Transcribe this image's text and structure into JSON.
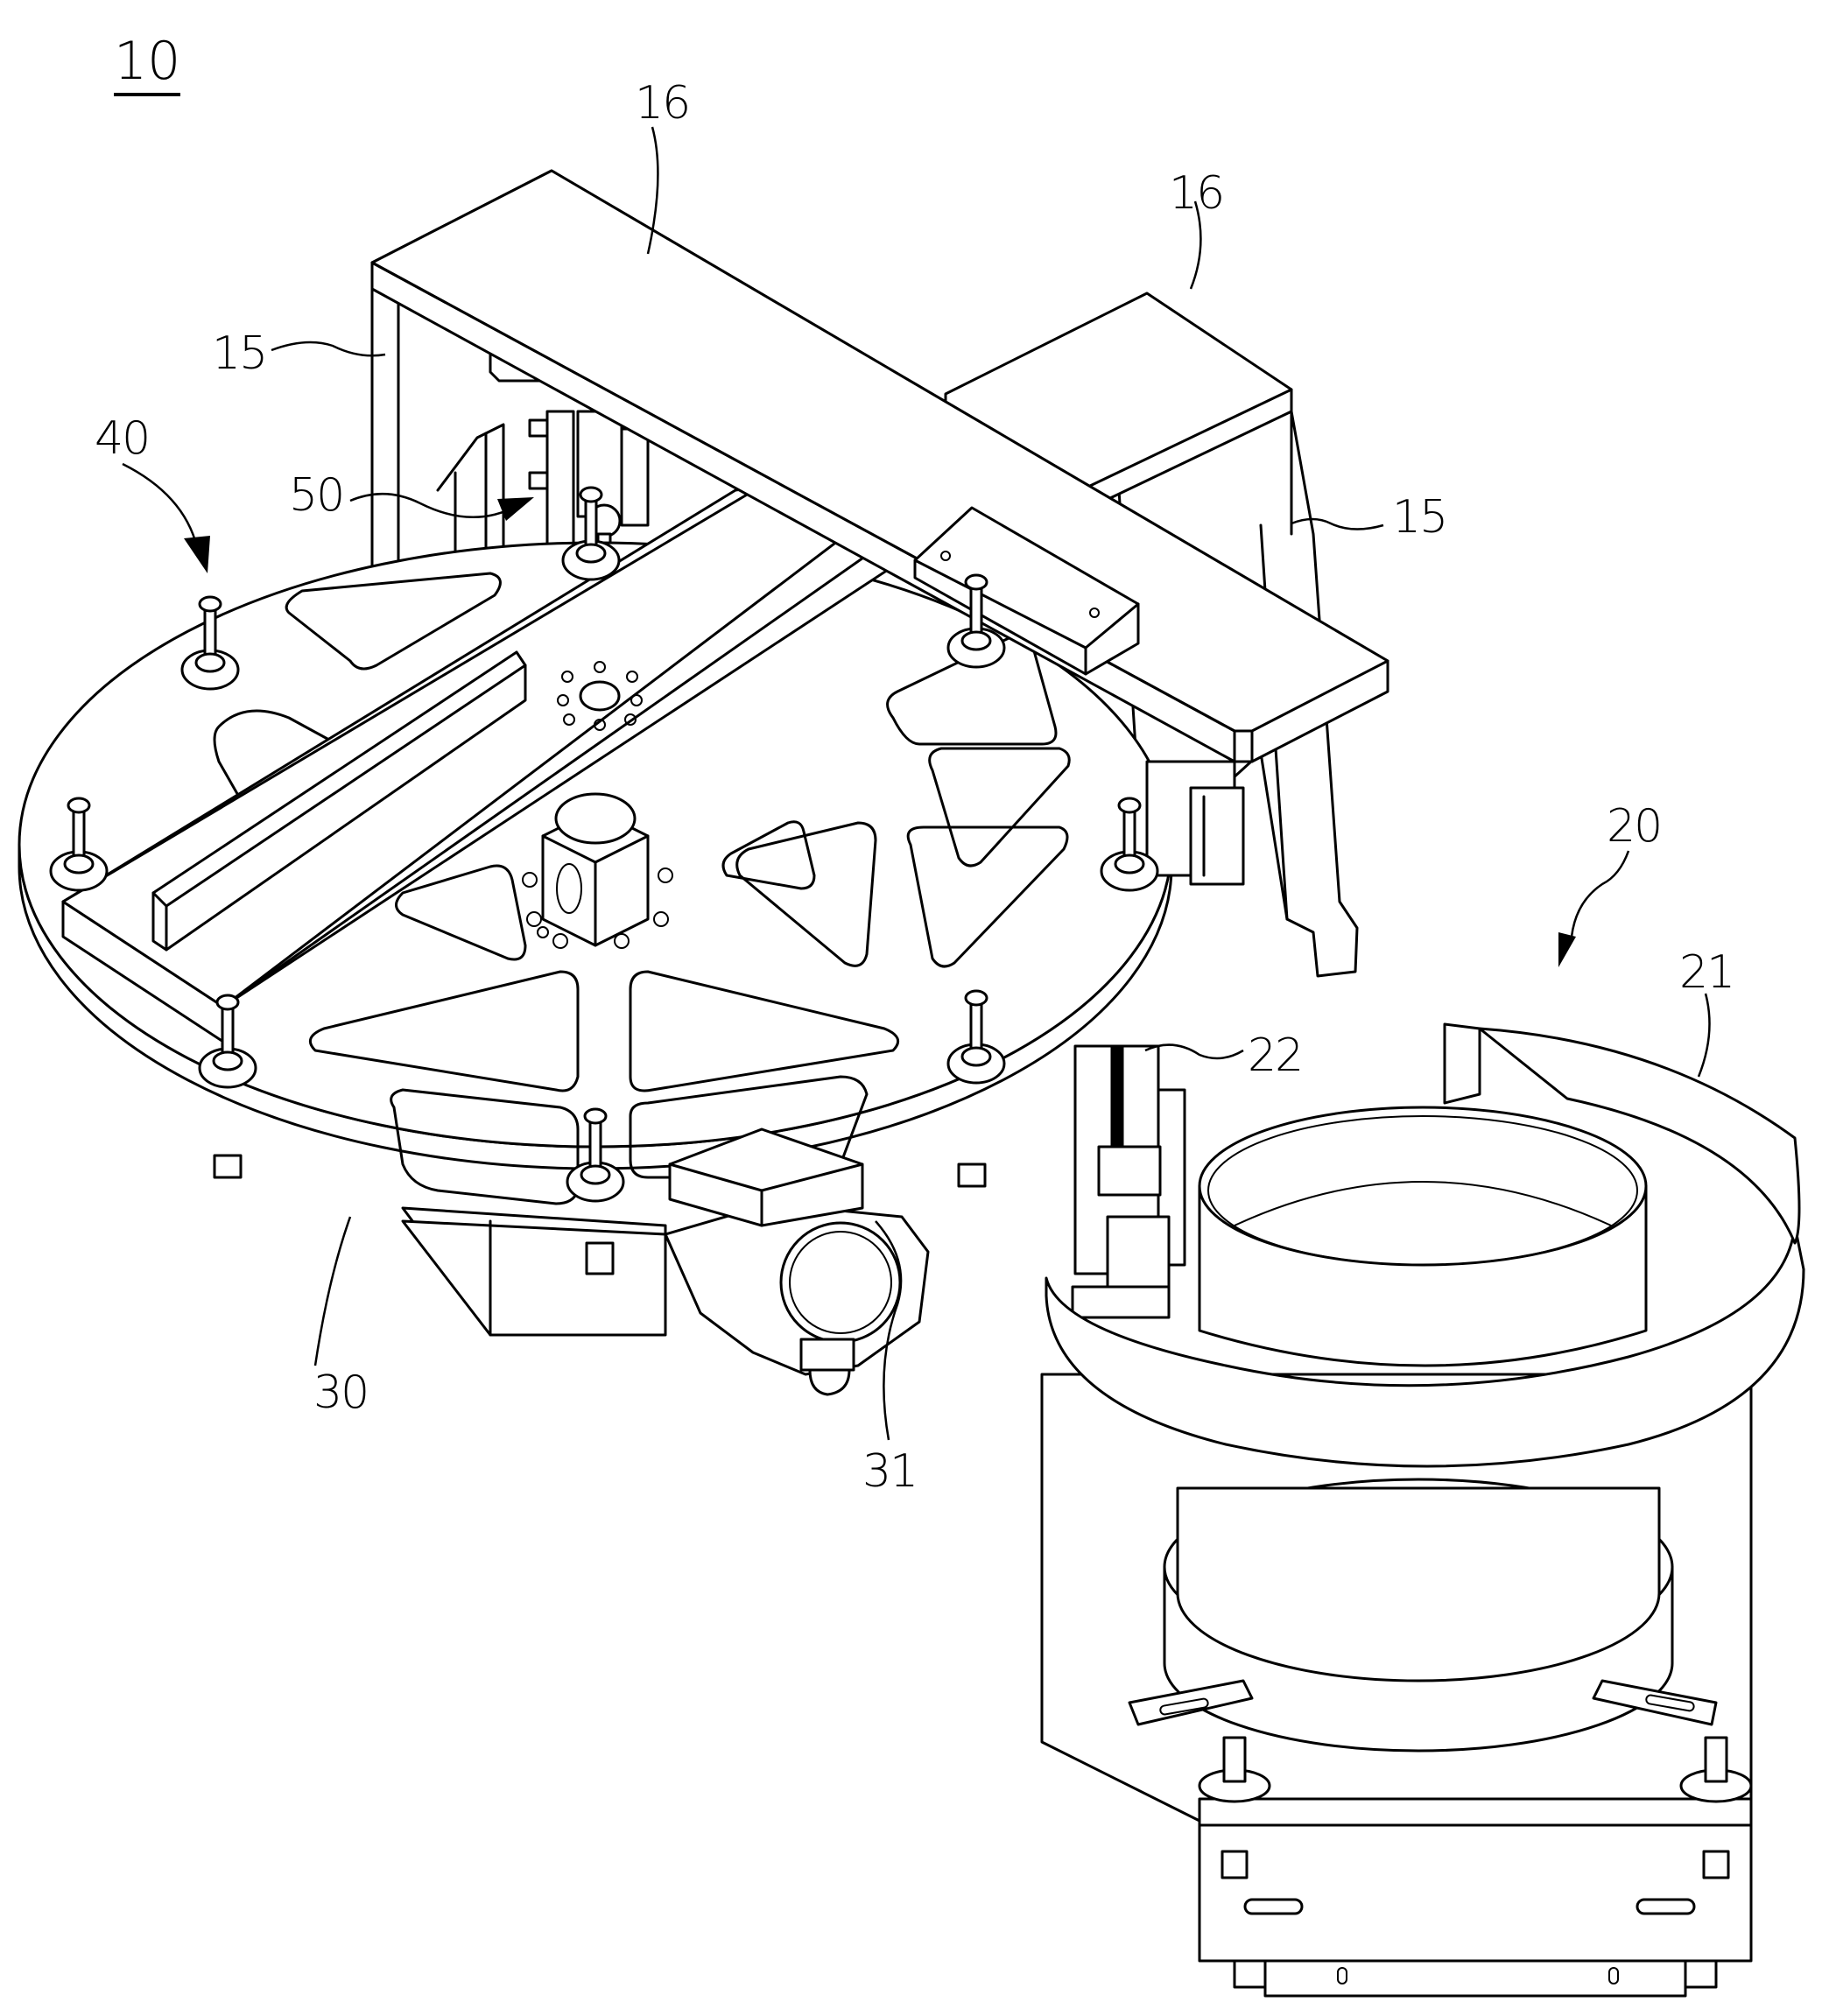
{
  "figure": {
    "label": "10",
    "description": "Patent drawing: perspective view of an assembly apparatus with rotary index table, gantry frame and vibratory bowl feeder"
  },
  "reference_numerals": {
    "apparatus": "10",
    "frame_leg_left": "15",
    "frame_leg_right": "15",
    "beam_top": "16",
    "beam_rear": "16",
    "bowl_feeder_assembly": "20",
    "bowl": "21",
    "linear_feeder": "22",
    "index_table": "30",
    "drive_motor": "31",
    "clamp_unit": "40",
    "pick_head": "50"
  }
}
